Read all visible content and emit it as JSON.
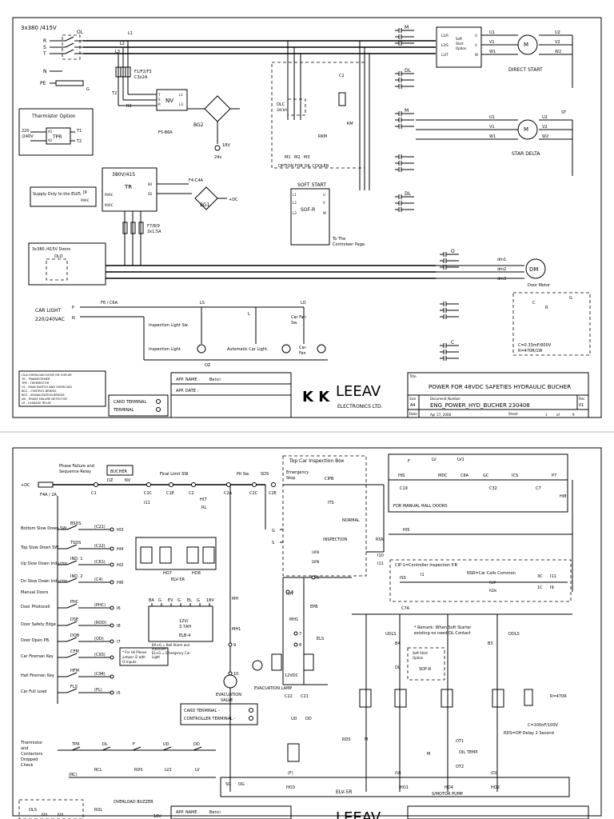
{
  "sheet1": {
    "supply": "3x380 /415V",
    "phases": [
      "R",
      "S",
      "T"
    ],
    "neutral": "N",
    "earth": "PE",
    "earth_g": "G",
    "ol": "OL",
    "lines": [
      "L1",
      "L2",
      "L3"
    ],
    "fuses": "F1/F2/F3",
    "fuses_rating": "C3x2A",
    "nv": "NV",
    "nv_terms": [
      "T",
      "S",
      "R",
      "L1",
      "L2",
      "L3"
    ],
    "r2": "R2",
    "t2": "T2",
    "bg2": "BG2",
    "f5": "F5-B6A",
    "dc18": "18V",
    "v24": "24v",
    "thermistor_title": "Thermistor Option",
    "tpr_voltage": [
      "220",
      "/240V"
    ],
    "tpr": "TPR",
    "tpr_terms": [
      "A1",
      "A2",
      "T1",
      "T2"
    ],
    "tr": "TR",
    "tr_rating": "380V/415",
    "tr_taps": [
      "60",
      "55",
      "SS"
    ],
    "tr_out": [
      "9VAC",
      "9VAC"
    ],
    "f4": "F4-C4A",
    "bg1": "BG1",
    "plus_dc": "+DC",
    "f789": "F7/8/9",
    "f789_rating": "3x1.5A",
    "elv_supply": "Supply Only to the ELV5.",
    "j9": "J9",
    "j9_vac": "9VAC",
    "doors_supply": "3x380 /415V Doors",
    "old": "OLD",
    "olc": "OLC",
    "olc_rating": "3XC6A",
    "c1": "C1",
    "km": "KM",
    "rkm": "RKM",
    "motors": [
      "M1",
      "M2",
      "M3"
    ],
    "oil_cooler": "OPTION FOR OIL COOLER",
    "soft_start": "SOFT START",
    "sofr": "SOF-R",
    "sofr_terms": [
      "L1",
      "L2",
      "L3",
      "U",
      "V",
      "W"
    ],
    "to_controller": [
      "To The",
      "Controleer Page."
    ],
    "contactors": [
      "M",
      "DL",
      "M",
      "DL",
      "O",
      "C"
    ],
    "ss_box": [
      "L1/R",
      "L2/S",
      "L3/T",
      "Soft",
      "Start",
      "Option",
      "U",
      "V",
      "W"
    ],
    "terminals_u": [
      "U1",
      "V1",
      "W1"
    ],
    "terminals_2": [
      "U2",
      "V2",
      "W2"
    ],
    "direct_start": "DIRECT START",
    "star_delta": "STAR DELTA",
    "st": "ST",
    "dm_terms": [
      "dm1",
      "dm2",
      "dm3"
    ],
    "dm": "DM",
    "door_motor": "Door Motor",
    "cr": [
      "C",
      "R",
      "G"
    ],
    "cap_note": [
      "C=0.33mF/600V",
      "R=470R/1W"
    ],
    "car_light": [
      "CAR LIGHT",
      "220/240VAC"
    ],
    "p_n": [
      "P",
      "N"
    ],
    "f6": "F6 / C6A",
    "ls": "LS",
    "l": "L",
    "lo": "LO",
    "car_fan_sw": [
      "Car Fan",
      "Sw."
    ],
    "insp_light_sw": "Inspection Light Sw.",
    "insp_light": "Inspection Light",
    "auto_light": "Automatic Car Light.",
    "car_fan": [
      "Car",
      "Fan"
    ],
    "oz": "OZ",
    "legend": [
      "OLD-OVERLOAD DOOR OR OOR-SR",
      "TR - TRANSFORMER",
      "TPR - THERMISTOR",
      "OL - MAIN SWITCH AND OVERLOAD",
      "BG1 - CONTROL BRIDGE",
      "BG2 - SIGNALIZATION BRIDGE",
      "NV - PHASE FAILURE DETECTOR",
      "LR - LEAKAGE RELAY"
    ],
    "card_terminal": [
      "CARD TERMINAL",
      "TERMINAL"
    ],
    "app_name_label": "APP. NAME :",
    "app_name": "Benci",
    "app_date_label": "APP. DATE :",
    "logo_mark": "K K",
    "brand": "LEEAV",
    "brand_sub": "ELECTRONICS LTD.",
    "tb_title_label": "Title",
    "title": "POWER FOR 48VDC SAFETIES HYDRAULIC BUCHER",
    "size_label": "Size",
    "size": "A4",
    "docnum_label": "Document Number",
    "docnum": "ENG_POWER_HYD_BUCHER 230408",
    "rev_label": "Rev",
    "rev": "01",
    "date_label": "Date:",
    "date": "Apr 27, 2008",
    "sheet_label": "Sheet",
    "sheet": "1",
    "of_label": "of",
    "of": "9"
  },
  "sheet2": {
    "dc_in": "+DC",
    "f4a": "F4A / 2A",
    "phase_failure": [
      "Phase Failure and",
      "Sequence Relay"
    ],
    "bucher": "BUCHER",
    "dz": "DZ",
    "nv": "NV",
    "final_limit": "Final Limit SW.",
    "pit_sw": "Pit Sw.",
    "sos": "SOS",
    "emergency_stop": [
      "Emergency",
      "Stop"
    ],
    "top_box": "Top Car Inspection Box",
    "cipb": "CIPB",
    "its": "ITS",
    "normal": "NORMAL",
    "inspection": "INSPECTION",
    "rsn": "RSN",
    "uipb": "UIPB",
    "dipb": "DIPB",
    "g_s": [
      "G",
      "S"
    ],
    "nodes": [
      "C1",
      "C1C",
      "C1E",
      "C2",
      "C2A",
      "C2C",
      "C2E",
      "C19",
      "C6A",
      "C32",
      "C7",
      "C7A",
      "HI3",
      "HI4",
      "HI2",
      "HI6",
      "HI5",
      "HI7",
      "HI8",
      "I10",
      "I11",
      "I3 = IND3",
      "RL"
    ],
    "labels_left": [
      "Bottom Slow Down SW.",
      "Top Slow Down SW.",
      "Up Slow Down Inductor",
      "Dn Slow Down Inductor",
      "Manual Doors",
      "Door Photocell",
      "Door Safety Edge",
      "Door Open PB.",
      "Car Fireman Key",
      "Hall Fireman Key",
      "Car Full Load"
    ],
    "left_codes": [
      "BSDS",
      "TSDS",
      "IND. 1",
      "IND. 2",
      "PHC",
      "DSE",
      "DOB",
      "CFM",
      "HFM",
      "FLS"
    ],
    "left_nodes": [
      "(C21)",
      "(C22)",
      "(C61)",
      "(C4)",
      "(PHC)",
      "(ROD)",
      "(OD)",
      "(C93)",
      "(C94)",
      "(FL)"
    ],
    "left_outputs": [
      "I6",
      "I8",
      "I7",
      "I2",
      "I4",
      "I5"
    ],
    "uk_note": [
      "* For Uk Please",
      "jumper I2 with",
      "I3 Inputs."
    ],
    "ho": [
      "HO7",
      "HO8"
    ],
    "elv5r": "ELV-5R",
    "batt_terms": [
      "BA",
      "G",
      "EV",
      "G",
      "EL",
      "G",
      "18V"
    ],
    "batt": [
      "12V/",
      "3.7AH"
    ],
    "elb": "ELB-4",
    "batt_note": [
      "BA+G = Bell Alarm and",
      "Intercom",
      "EL+G = Emergency Car",
      "Light"
    ],
    "evac_valve": [
      "EVACUATION",
      "VALVE"
    ],
    "evac_lamp": "EVACUATION LAMP",
    "mh": [
      "MH",
      "MH1"
    ],
    "epb": "EPB",
    "els": "ELS",
    "num_nodes": [
      "6",
      "8",
      "7",
      "8",
      "9",
      "10"
    ],
    "v12dc": "12VDC",
    "hall_top": [
      "F",
      "LV",
      "LV1"
    ],
    "hall_codes": [
      "HIS",
      "MDC",
      "C6A",
      "GC",
      "ICS",
      "P7"
    ],
    "manual_hall": "FOR MANUAL HALL DOORS",
    "cip_note": "CIP-1=Controller Inspection P.B",
    "nsr_note": "NSR=Car Calls Common",
    "iss": "ISS",
    "i1": "I1",
    "rup_rdn": [
      "RUP",
      "RDN"
    ],
    "cip_nodes": [
      "3C",
      "1C",
      "I11",
      "I9"
    ],
    "remark": [
      "* Remark: When Soft Starter",
      "existing no need DL Contact"
    ],
    "udls": "UDLS",
    "ddls": "DDLS",
    "b4_b3": [
      "B4",
      "B3"
    ],
    "ss_option": [
      "Soft Start",
      "Option"
    ],
    "sofr": "SOF-R",
    "dl": "DL",
    "r470": "R=470R",
    "cap": "C=100nF/100V",
    "rds_note": "RDS=Off Delay 2 Second",
    "rds": "RDS",
    "m": "M",
    "oil_temp": "OIL TEMP.",
    "ot": [
      "OT1",
      "OT2"
    ],
    "bottom_nodes": [
      "HO3",
      "HO1",
      "HO4",
      "HO2"
    ],
    "bottom_marks": [
      "(F)",
      "(U)",
      "(D)"
    ],
    "motor_pump": "S/MOTOR PUMP",
    "sg_og": [
      "SG",
      "OG"
    ],
    "elv5r_bar": "ELV-5R",
    "c22_c21": [
      "C22",
      "C21"
    ],
    "ud_dd": [
      "UD",
      "DD"
    ],
    "thermistor_block": [
      "Thermistor",
      "and",
      "Contactors",
      "Dropped",
      "Check"
    ],
    "check_codes": [
      "TPR",
      "DL",
      "F",
      "UD",
      "DD"
    ],
    "rc_rcl": [
      "(RC)",
      "RCL"
    ],
    "rds_lv": [
      "RDS",
      "LV1",
      "LV"
    ],
    "ols": "OLS",
    "overload_buzzer": "OVERLOAD BUZZER",
    "rol": [
      "ROL",
      "ROL",
      "ROL"
    ],
    "card_terminal": [
      "CARD TERMINAL -",
      "CONTROLLER TERMINAL -"
    ],
    "app_name_label": "APP. NAME :",
    "app_name": "Benci",
    "brand": "LEEAV",
    "v18": "18V"
  }
}
